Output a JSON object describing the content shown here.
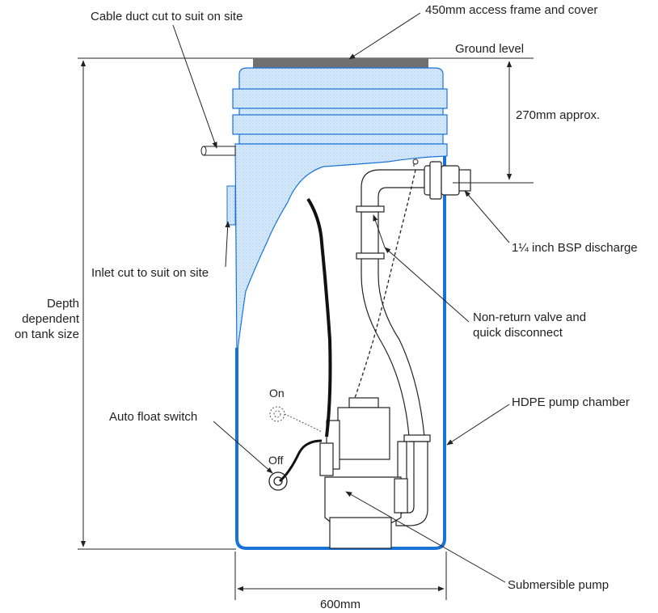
{
  "labels": {
    "cable_duct": "Cable duct cut to suit on site",
    "access_frame": "450mm access frame and cover",
    "ground_level": "Ground level",
    "clearance": "270mm approx.",
    "discharge": "1¼ inch BSP discharge",
    "inlet": "Inlet cut to suit on site",
    "depth_line1": "Depth",
    "depth_line2": "dependent",
    "depth_line3": "on tank size",
    "valve_line1": "Non-return valve and",
    "valve_line2": "quick disconnect",
    "float_switch": "Auto float switch",
    "chamber": "HDPE pump chamber",
    "float_on": "On",
    "float_off": "Off",
    "pump": "Submersible pump",
    "width": "600mm"
  },
  "colors": {
    "chamber_blue": "#1a73d9",
    "fill_blue": "#cfe6fb",
    "cover_grey": "#707070",
    "ink": "#222222"
  }
}
